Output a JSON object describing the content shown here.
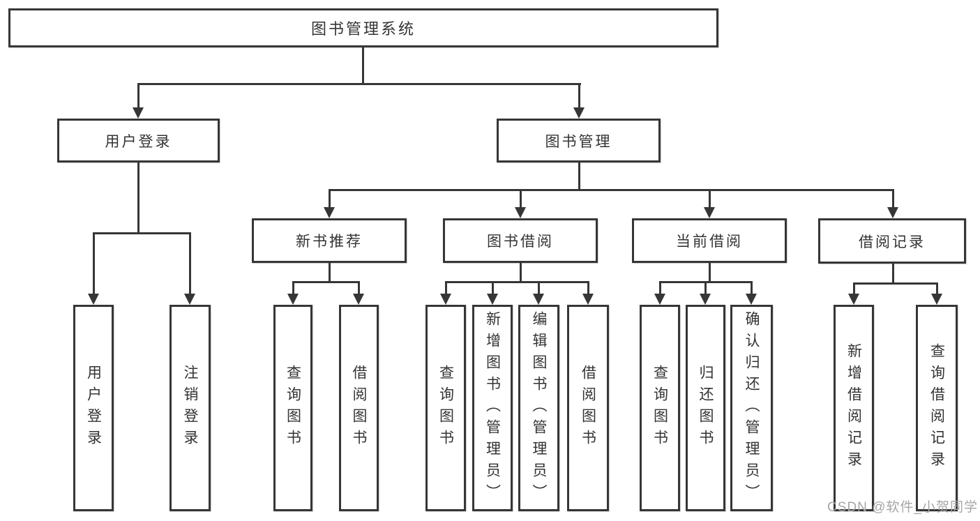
{
  "diagram": {
    "tree": {
      "label": "图书管理系统",
      "children": [
        {
          "label": "用户登录",
          "children": [
            {
              "label": "用户登录"
            },
            {
              "label": "注销登录"
            }
          ]
        },
        {
          "label": "图书管理",
          "children": [
            {
              "label": "新书推荐",
              "children": [
                {
                  "label": "查询图书"
                },
                {
                  "label": "借阅图书"
                }
              ]
            },
            {
              "label": "图书借阅",
              "children": [
                {
                  "label": "查询图书"
                },
                {
                  "label": "新增图书（管理员）"
                },
                {
                  "label": "编辑图书（管理员）"
                },
                {
                  "label": "借阅图书"
                }
              ]
            },
            {
              "label": "当前借阅",
              "children": [
                {
                  "label": "查询图书"
                },
                {
                  "label": "归还图书"
                },
                {
                  "label": "确认归还（管理员）"
                }
              ]
            },
            {
              "label": "借阅记录",
              "children": [
                {
                  "label": "新增借阅记录"
                },
                {
                  "label": "查询借阅记录"
                }
              ]
            }
          ]
        }
      ]
    },
    "colors": {
      "line": "#363636",
      "text": "#333333",
      "background": "#ffffff",
      "watermark": "#a6a6a6"
    }
  },
  "watermark": {
    "text": "CSDN @软件_小贺同学"
  }
}
